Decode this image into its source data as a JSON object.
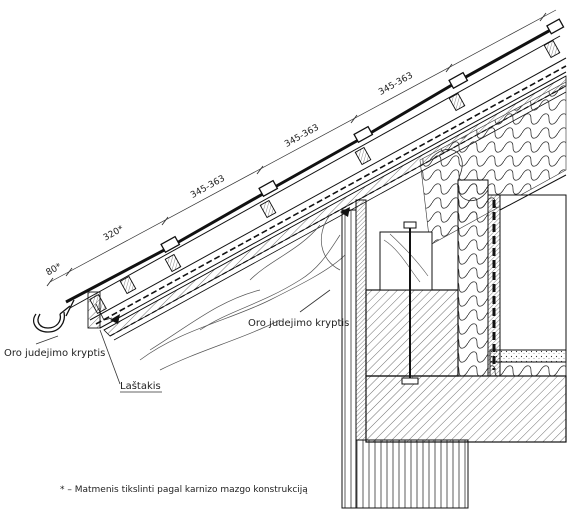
{
  "dimensions": {
    "d1": "80*",
    "d2": "320*",
    "d3": "345-363",
    "d4": "345-363",
    "d5": "345-363"
  },
  "labels": {
    "airflow_left": "Oro judejimo kryptis",
    "airflow_right": "Oro judejimo kryptis",
    "gutter": "Laštakis"
  },
  "footnote": "* – Matmenis tikslinti pagal karnizo mazgo konstrukciją"
}
